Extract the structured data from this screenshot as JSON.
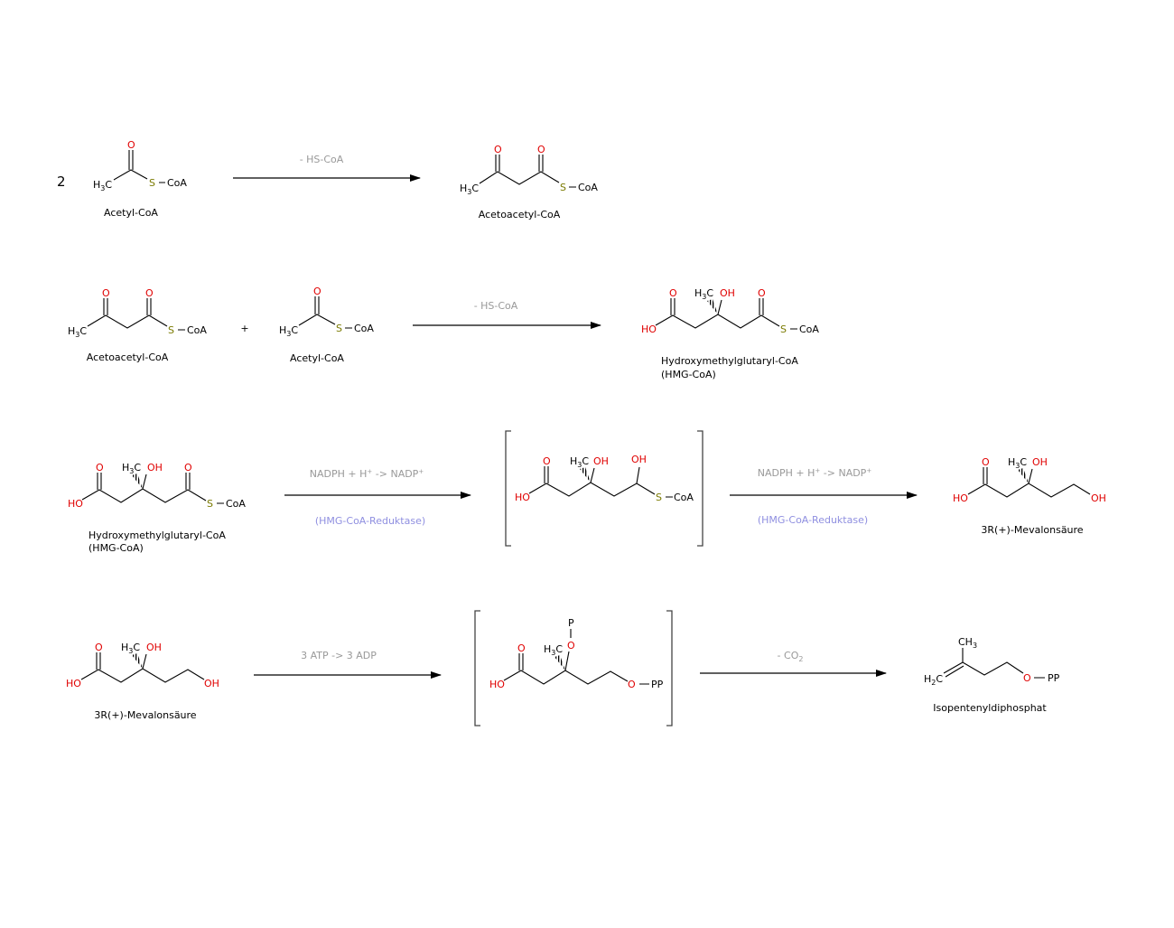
{
  "atoms": {
    "O": "O",
    "S": "S",
    "CoA": "CoA",
    "HO": "HO",
    "OH": "OH",
    "H": "H",
    "C": "C",
    "3": "3",
    "2": "2",
    "P": "P",
    "PP": "PP",
    "CH": "CH"
  },
  "row1": {
    "coefficient": "2",
    "reactant": "Acetyl-CoA",
    "condition": "- HS-CoA",
    "product": "Acetoacetyl-CoA"
  },
  "row2": {
    "reactant1": "Acetoacetyl-CoA",
    "plus": "+",
    "reactant2": "Acetyl-CoA",
    "condition": "- HS-CoA",
    "product_line1": "Hydroxymethylglutaryl-CoA",
    "product_line2": "(HMG-CoA)"
  },
  "row3": {
    "reactant_line1": "Hydroxymethylglutaryl-CoA",
    "reactant_line2": "(HMG-CoA)",
    "condition1": {
      "a": "NADPH + H",
      "sup1": "+",
      "b": " -> NADP",
      "sup2": "+"
    },
    "enzyme1": "(HMG-CoA-Reduktase)",
    "condition2": {
      "a": "NADPH + H",
      "sup1": "+",
      "b": " -> NADP",
      "sup2": "+"
    },
    "enzyme2": "(HMG-CoA-Reduktase)",
    "product": "3R(+)-Mevalonsäure"
  },
  "row4": {
    "reactant": "3R(+)-Mevalonsäure",
    "condition1": "3 ATP -> 3 ADP",
    "condition2": {
      "a": "- CO",
      "sub": "2"
    },
    "product": "Isopentenyldiphosphat"
  },
  "colors": {
    "oxygen": "#e00000",
    "sulfur": "#7a7a00",
    "condition": "#999999",
    "enzyme": "#8f8fe0"
  }
}
